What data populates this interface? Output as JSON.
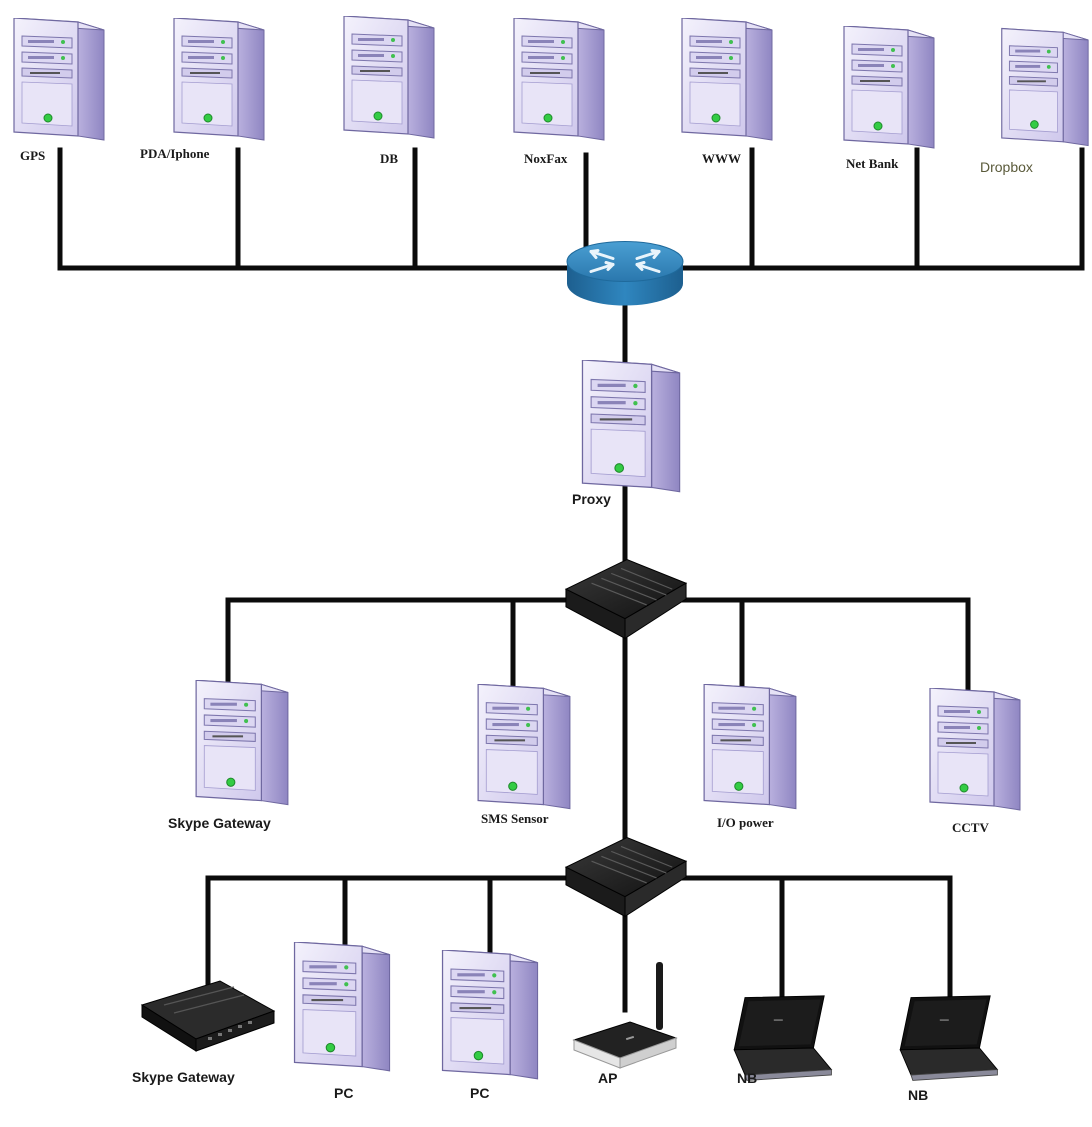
{
  "colors": {
    "server_light": "#ece8f8",
    "server_dark": "#c7c0e6",
    "router_blue": "#2f7fb5",
    "led_green": "#33cc44",
    "link": "#0b0b0b"
  },
  "top_servers": [
    {
      "label": "GPS",
      "icon": "server-tower-icon"
    },
    {
      "label": "PDA/Iphone",
      "icon": "server-tower-icon"
    },
    {
      "label": "DB",
      "icon": "server-tower-icon"
    },
    {
      "label": "NoxFax",
      "icon": "server-tower-icon"
    },
    {
      "label": "WWW",
      "icon": "server-tower-icon"
    },
    {
      "label": "Net Bank",
      "icon": "server-tower-icon"
    },
    {
      "label": "Dropbox",
      "icon": "server-tower-icon"
    }
  ],
  "router": {
    "icon": "router-icon"
  },
  "proxy": {
    "label": "Proxy",
    "icon": "server-tower-icon"
  },
  "switch_1": {
    "icon": "network-switch-icon"
  },
  "middle_servers": [
    {
      "label": "Skype Gateway",
      "icon": "server-tower-icon"
    },
    {
      "label": "SMS Sensor",
      "icon": "server-tower-icon"
    },
    {
      "label": "I/O power",
      "icon": "server-tower-icon"
    },
    {
      "label": "CCTV",
      "icon": "server-tower-icon"
    }
  ],
  "switch_2": {
    "icon": "network-switch-icon"
  },
  "bottom_devices": [
    {
      "label": "Skype Gateway",
      "icon": "gateway-box-icon"
    },
    {
      "label": "PC",
      "icon": "server-tower-icon"
    },
    {
      "label": "PC",
      "icon": "server-tower-icon"
    },
    {
      "label": "AP",
      "icon": "wireless-ap-icon"
    },
    {
      "label": "NB",
      "icon": "laptop-icon"
    },
    {
      "label": "NB",
      "icon": "laptop-icon"
    }
  ]
}
